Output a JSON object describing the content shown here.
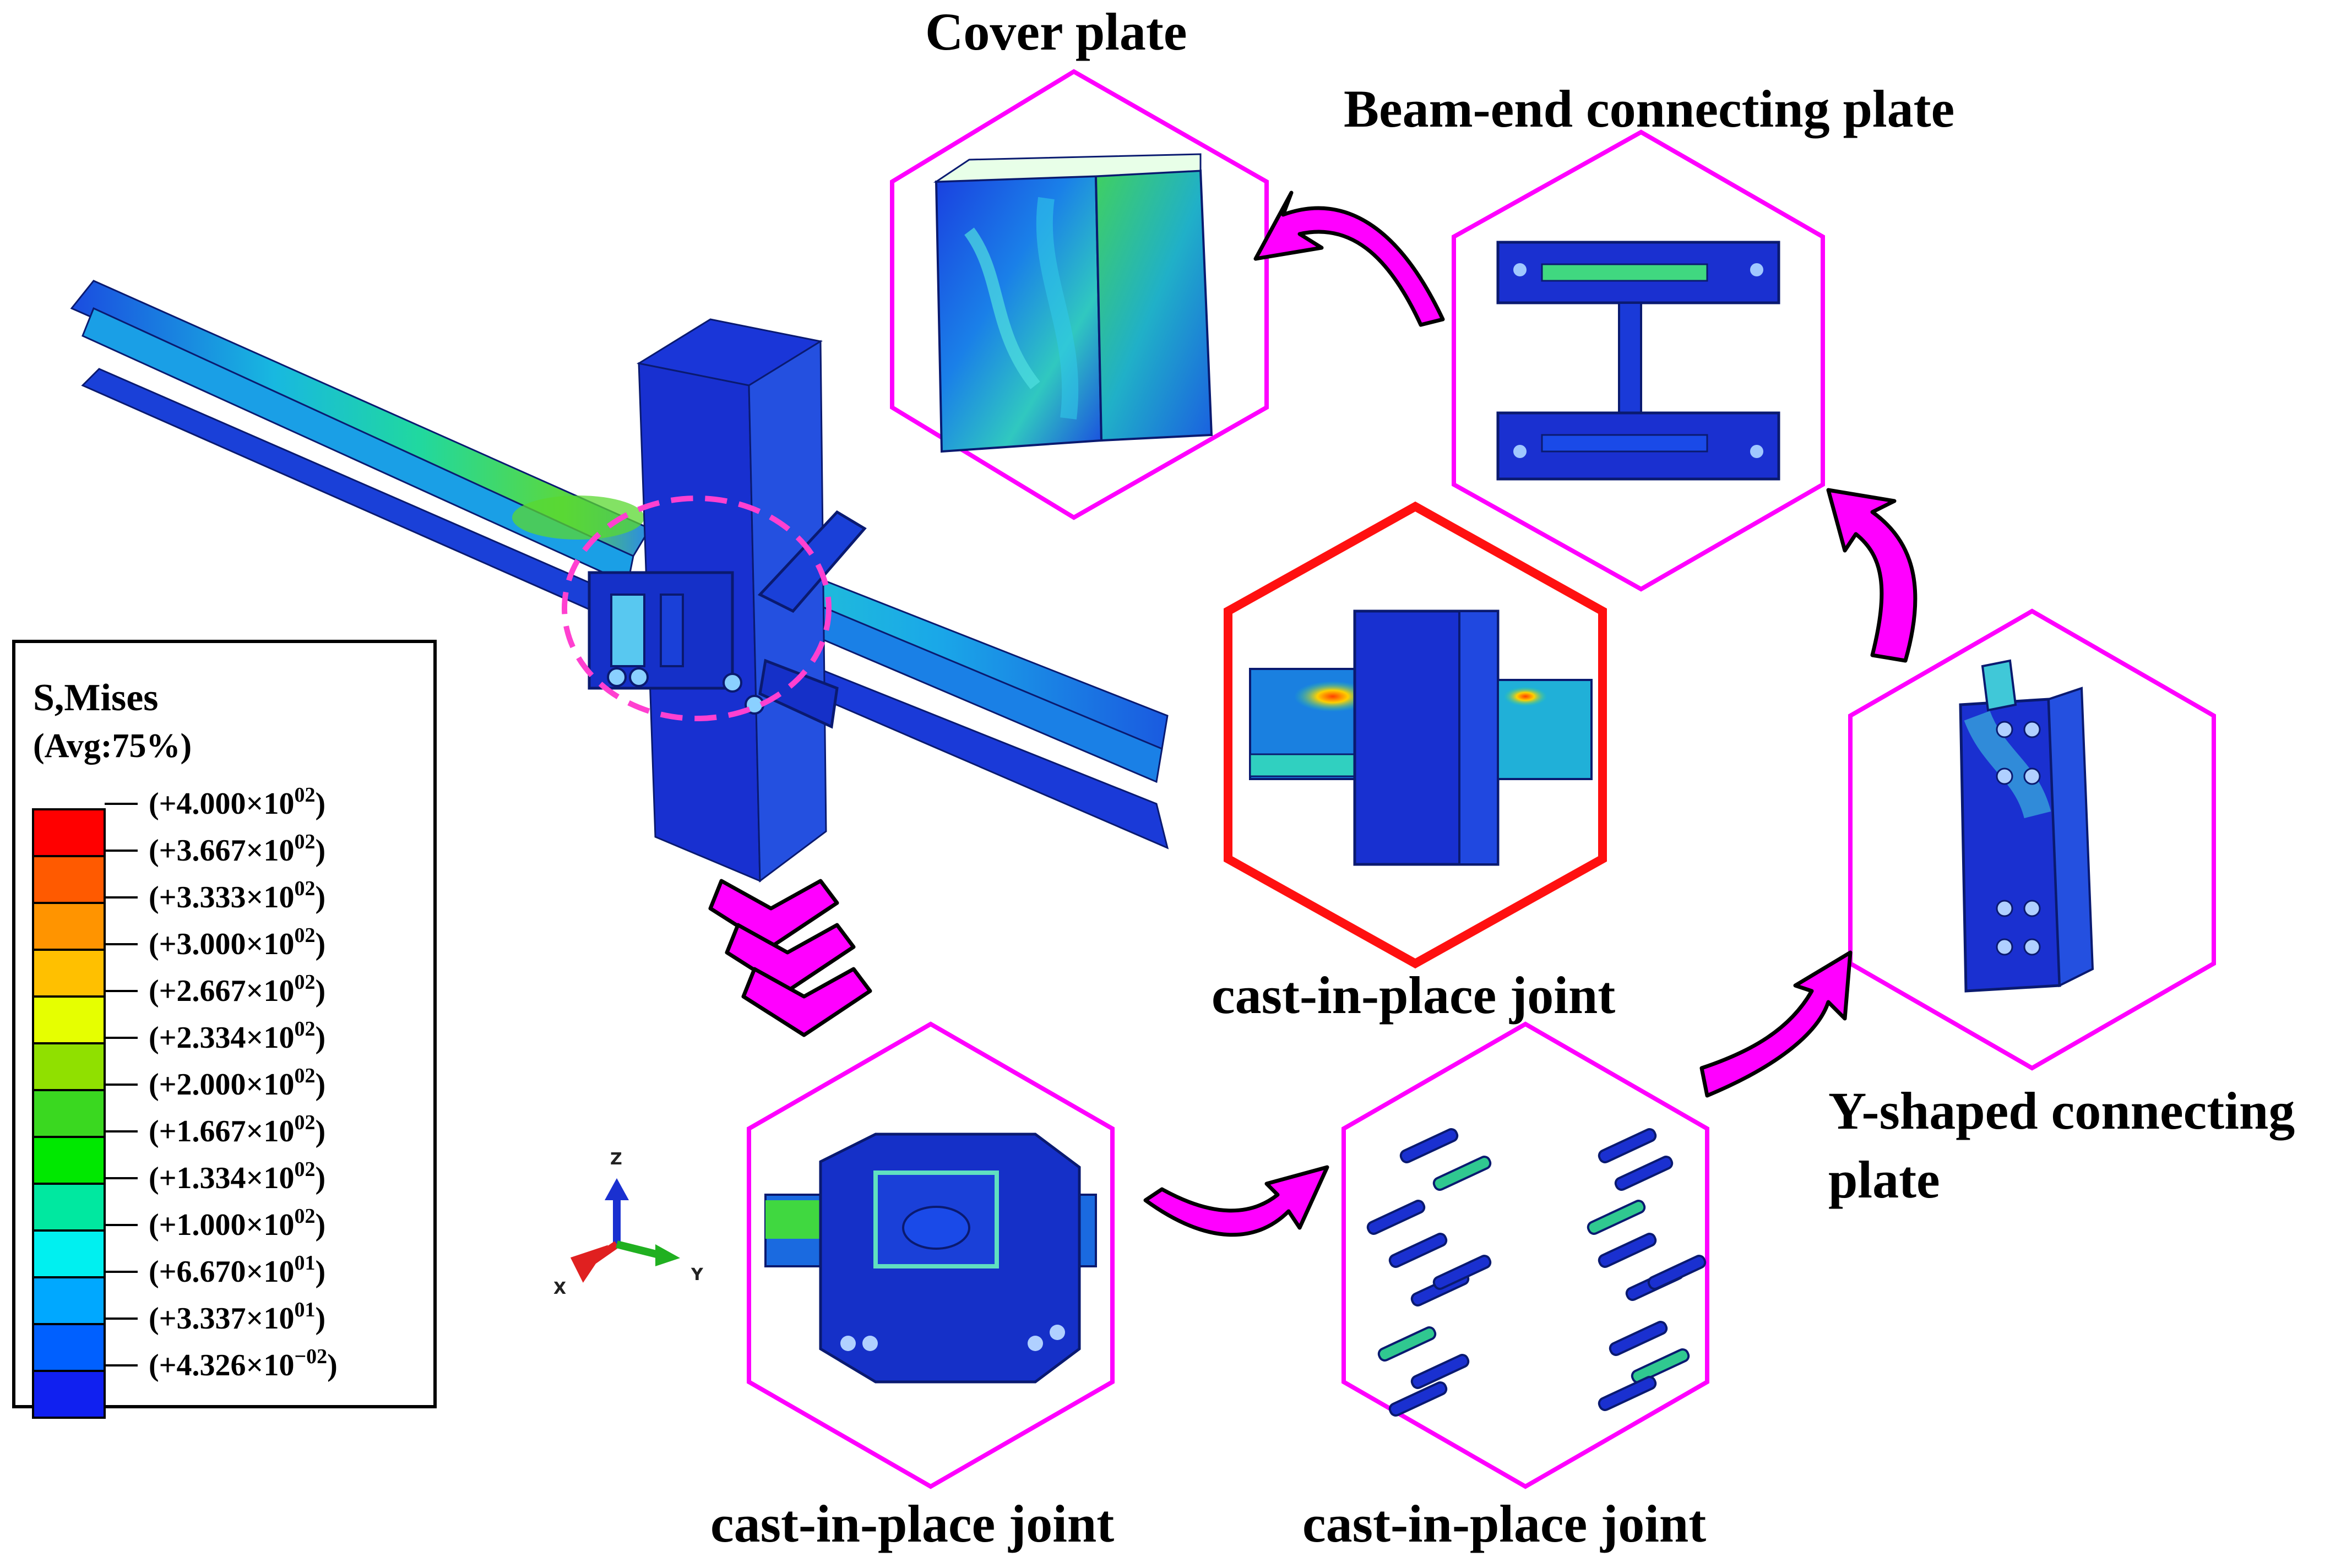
{
  "labels": {
    "cover_plate": "Cover plate",
    "beam_end_plate": "Beam-end connecting plate",
    "cast_in_place_center": "cast-in-place joint",
    "cast_in_place_bottom_left": "cast-in-place joint",
    "cast_in_place_bottom_right": "cast-in-place joint",
    "y_shaped_line1": "Y-shaped connecting",
    "y_shaped_line2": "plate"
  },
  "legend": {
    "title": "S,Mises",
    "subtitle": "(Avg:75%)",
    "levels": [
      {
        "mantissa": "(+4.000×10",
        "exp": "02",
        "color": "#ff0000"
      },
      {
        "mantissa": "(+3.667×10",
        "exp": "02",
        "color": "#ff5a00"
      },
      {
        "mantissa": "(+3.333×10",
        "exp": "02",
        "color": "#ff9400"
      },
      {
        "mantissa": "(+3.000×10",
        "exp": "02",
        "color": "#ffc000"
      },
      {
        "mantissa": "(+2.667×10",
        "exp": "02",
        "color": "#e6ff00"
      },
      {
        "mantissa": "(+2.334×10",
        "exp": "02",
        "color": "#90e000"
      },
      {
        "mantissa": "(+2.000×10",
        "exp": "02",
        "color": "#3ad820"
      },
      {
        "mantissa": "(+1.667×10",
        "exp": "02",
        "color": "#00e800"
      },
      {
        "mantissa": "(+1.334×10",
        "exp": "02",
        "color": "#00e8a0"
      },
      {
        "mantissa": "(+1.000×10",
        "exp": "02",
        "color": "#00f0f0"
      },
      {
        "mantissa": "(+6.670×10",
        "exp": "01",
        "color": "#00a8ff"
      },
      {
        "mantissa": "(+3.337×10",
        "exp": "01",
        "color": "#0060ff"
      },
      {
        "mantissa": "(+4.326×10",
        "exp": "−02",
        "color": "#1020f0"
      }
    ]
  },
  "axes": {
    "z": "Z",
    "x": "X",
    "y": "Y"
  },
  "colors": {
    "hexagon_outline": "#ff00ff",
    "highlight_outline": "#ff1010",
    "arrow_fill": "#ff00ff",
    "steel_dark": "#1524c8",
    "steel_mid": "#1e4fe0",
    "steel_light": "#20b8e8"
  }
}
